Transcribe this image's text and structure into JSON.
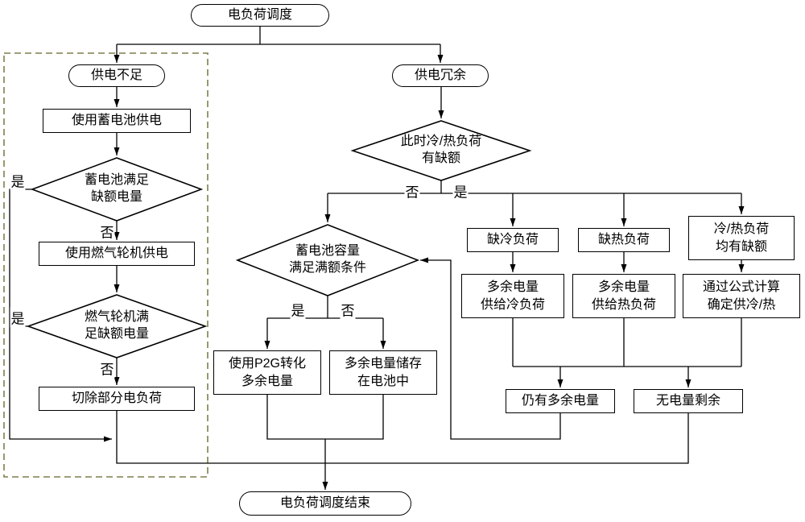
{
  "colors": {
    "line": "#000000",
    "node_fill": "#ffffff",
    "dashed_region": "#7f7f4c"
  },
  "flowchart": {
    "terminals": {
      "start": "电负荷调度",
      "end": "电负荷调度结束"
    },
    "nodes": {
      "supply_shortage": "供电不足",
      "supply_surplus": "供电冗余",
      "use_battery": "使用蓄电池供电",
      "use_gas_turbine": "使用燃气轮机供电",
      "shed_load": "切除部分电负荷",
      "lack_cooling": "缺冷负荷",
      "lack_heating": "缺热负荷",
      "lack_both": "冷/热负荷\n均有缺额",
      "surplus_to_cooling": "多余电量\n供给冷负荷",
      "surplus_to_heating": "多余电量\n供给热负荷",
      "formula_calc": "通过公式计算\n确定供冷/热",
      "p2g_convert": "使用P2G转化\n多余电量",
      "store_in_battery": "多余电量储存\n在电池中",
      "still_surplus": "仍有多余电量",
      "no_surplus": "无电量剩余"
    },
    "decisions": {
      "battery_meets_deficit": "蓄电池满足\n缺额电量",
      "turbine_meets_deficit": "燃气轮机满\n足缺额电量",
      "cooling_heating_deficit": "此时冷/热负荷\n有缺额",
      "battery_capacity_full": "蓄电池容量\n满足满额条件"
    },
    "branch_labels": {
      "yes": "是",
      "no": "否"
    }
  }
}
